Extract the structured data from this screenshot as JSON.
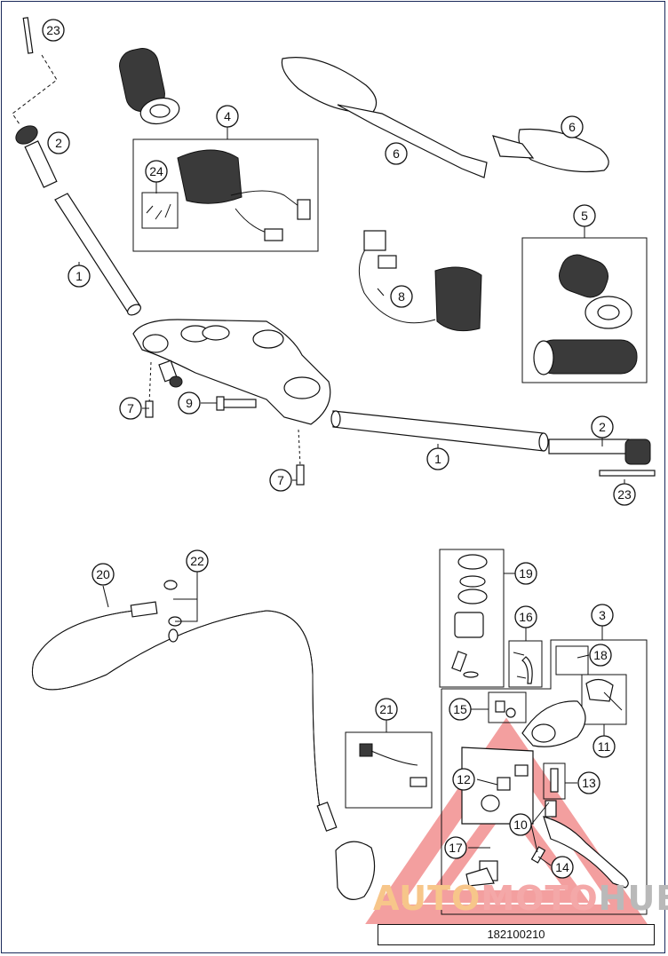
{
  "document_number": "182100210",
  "watermark": {
    "part1": "AUTO",
    "part2": "MOTO",
    "part3": "HUB",
    "colors": {
      "part1": "#f7c68a",
      "part2": "#f4a8a8",
      "part3": "#b9b9b9",
      "triangle": "#f08080"
    }
  },
  "callouts": [
    "1",
    "2",
    "3",
    "4",
    "5",
    "6",
    "7",
    "8",
    "9",
    "10",
    "11",
    "12",
    "13",
    "14",
    "15",
    "16",
    "17",
    "18",
    "19",
    "20",
    "21",
    "22",
    "23",
    "24"
  ]
}
